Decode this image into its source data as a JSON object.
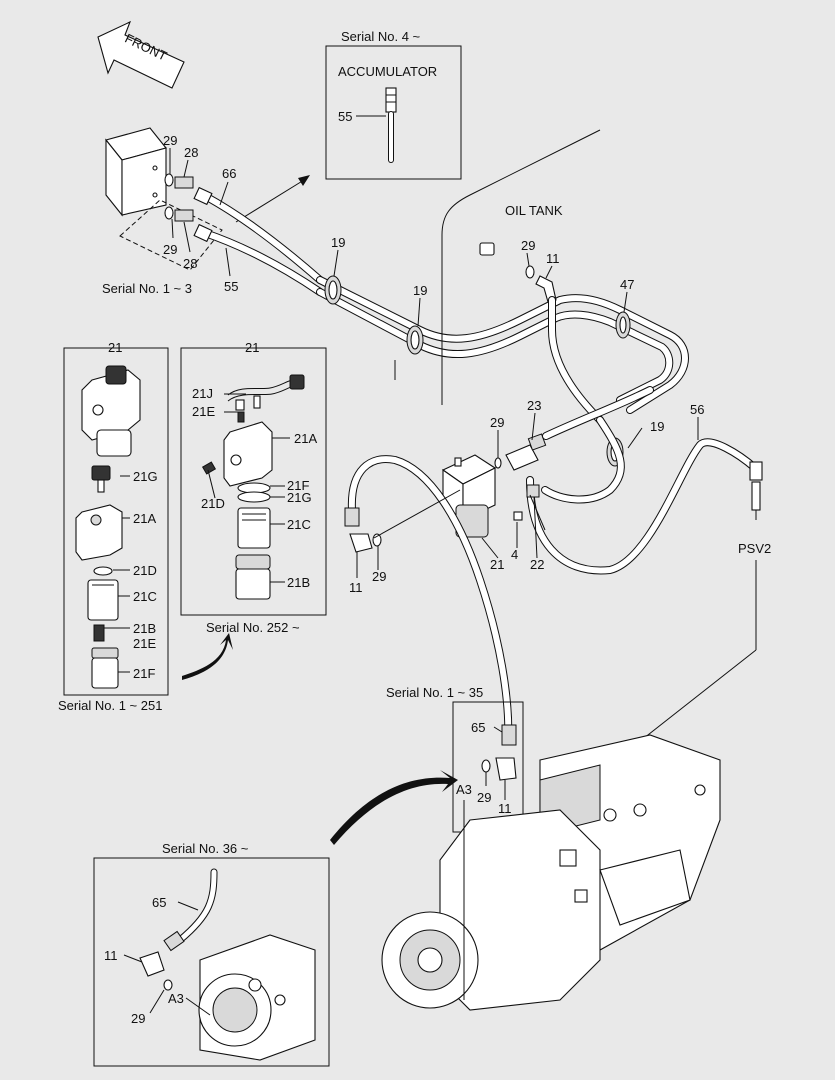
{
  "front": {
    "label": "FRONT"
  },
  "accumulator": {
    "serial": "Serial No. 4 ~",
    "title": "ACCUMULATOR",
    "part": "55"
  },
  "oil_tank": {
    "label": "OIL TANK"
  },
  "serial_labels": {
    "s1_3": "Serial No. 1 ~ 3",
    "s1_251": "Serial No. 1 ~ 251",
    "s252": "Serial No. 252 ~",
    "s1_35": "Serial No. 1 ~ 35",
    "s36": "Serial No. 36 ~"
  },
  "psv2": {
    "label": "PSV2"
  },
  "parts": {
    "p29a": "29",
    "p28a": "28",
    "p66": "66",
    "p29b": "29",
    "p28b": "28",
    "p55": "55",
    "p19a": "19",
    "p19b": "19",
    "p29c": "29",
    "p11a": "11",
    "p47": "47",
    "p23": "23",
    "p29d": "29",
    "p19c": "19",
    "p56": "56",
    "p21": "21",
    "p4": "4",
    "p22": "22",
    "p11b": "11",
    "p29e": "29",
    "p65a": "65",
    "p29f": "29",
    "p11c": "11",
    "a3a": "A3",
    "p65b": "65",
    "p11d": "11",
    "a3b": "A3",
    "p29g": "29"
  },
  "box_old": {
    "header": "21",
    "p21G": "21G",
    "p21A": "21A",
    "p21D": "21D",
    "p21C": "21C",
    "p21B": "21B",
    "p21E": "21E",
    "p21F": "21F"
  },
  "box_new": {
    "header": "21",
    "p21J": "21J",
    "p21E": "21E",
    "p21A": "21A",
    "p21F": "21F",
    "p21G": "21G",
    "p21D": "21D",
    "p21C": "21C",
    "p21B": "21B"
  }
}
